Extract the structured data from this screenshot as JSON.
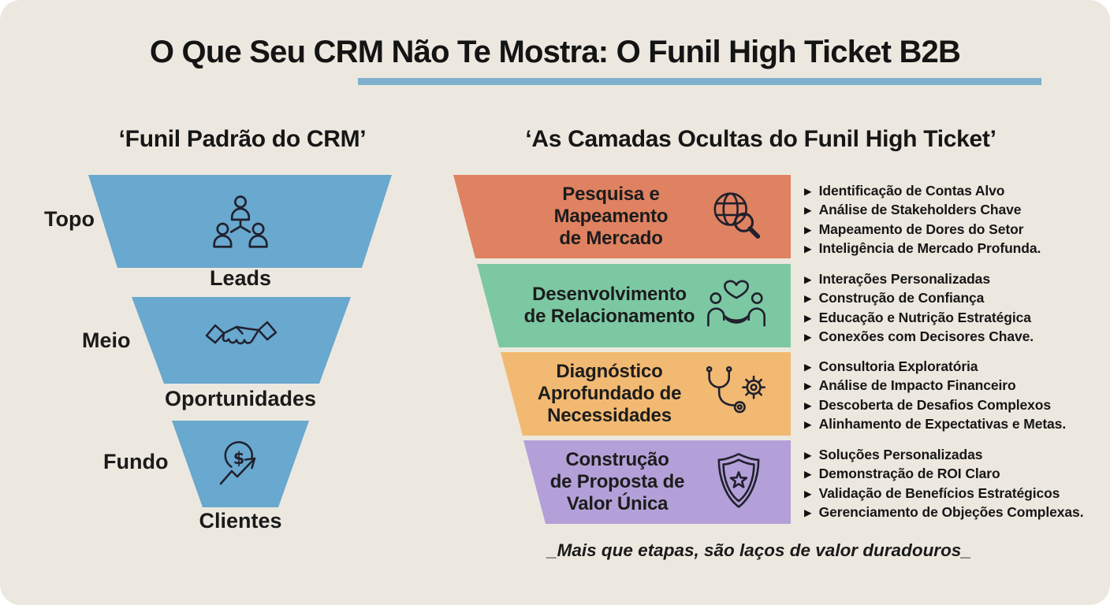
{
  "page": {
    "background_color": "#EDE8DF",
    "title": "O Que Seu CRM Não Te Mostra: O Funil High Ticket B2B",
    "title_underline_color": "#7FB0CC"
  },
  "left_funnel": {
    "heading": "‘Funil Padrão do CRM’",
    "band_color": "#69A8CF",
    "stages": [
      {
        "side_label": "Topo",
        "bottom_label": "Leads",
        "icon": "network-people-icon"
      },
      {
        "side_label": "Meio",
        "bottom_label": "Oportunidades",
        "icon": "handshake-icon"
      },
      {
        "side_label": "Fundo",
        "bottom_label": "Clientes",
        "icon": "dollar-growth-icon"
      }
    ]
  },
  "right_funnel": {
    "heading": "‘As Camadas Ocultas do Funil High Ticket’",
    "layers": [
      {
        "color": "#DF8261",
        "icon": "globe-search-icon",
        "title_lines": [
          "Pesquisa e",
          "Mapeamento",
          "de Mercado"
        ],
        "bullets": [
          "Identificação de Contas Alvo",
          "Análise de Stakeholders Chave",
          "Mapeamento de Dores do Setor",
          "Inteligência de Mercado Profunda."
        ]
      },
      {
        "color": "#7CC8A3",
        "icon": "relationship-icon",
        "title_lines": [
          "Desenvolvimento",
          "de Relacionamento"
        ],
        "bullets": [
          "Interações Personalizadas",
          "Construção de Confiança",
          "Educação e Nutrição Estratégica",
          "Conexões com Decisores Chave."
        ]
      },
      {
        "color": "#F2B972",
        "icon": "stethoscope-gear-icon",
        "title_lines": [
          "Diagnóstico",
          "Aprofundado de",
          "Necessidades"
        ],
        "bullets": [
          "Consultoria Exploratória",
          "Análise de Impacto Financeiro",
          "Descoberta de Desafios Complexos",
          "Alinhamento de Expectativas e Metas."
        ]
      },
      {
        "color": "#B4A0D8",
        "icon": "shield-star-icon",
        "title_lines": [
          "Construção",
          "de Proposta de",
          "Valor Única"
        ],
        "bullets": [
          "Soluções Personalizadas",
          "Demonstração de ROI Claro",
          "Validação de Benefícios Estratégicos",
          "Gerenciamento de Objeções Complexas."
        ]
      }
    ]
  },
  "bullet_marker": "▶",
  "tagline": "_Mais que etapas, são laços de valor duradouros_"
}
